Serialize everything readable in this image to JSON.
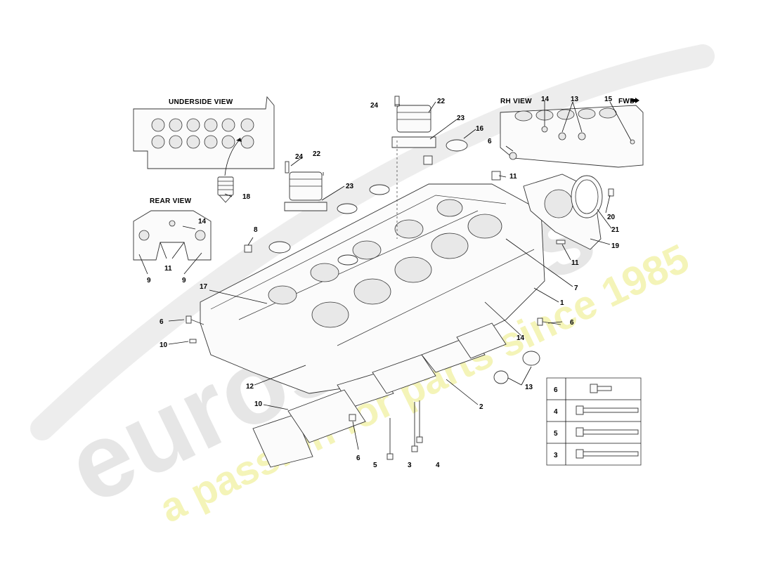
{
  "views": {
    "underside": "UNDERSIDE VIEW",
    "rear": "REAR VIEW",
    "rh": "RH VIEW",
    "fwd": "FWD"
  },
  "callouts": {
    "c1": "1",
    "c2": "2",
    "c3": "3",
    "c4": "4",
    "c5": "5",
    "c6a": "6",
    "c6b": "6",
    "c6c": "6",
    "c6d": "6",
    "c7": "7",
    "c8": "8",
    "c9a": "9",
    "c9b": "9",
    "c10a": "10",
    "c10b": "10",
    "c11a": "11",
    "c11b": "11",
    "c11c": "11",
    "c12": "12",
    "c13a": "13",
    "c13b": "13",
    "c14a": "14",
    "c14b": "14",
    "c14c": "14",
    "c15": "15",
    "c16": "16",
    "c17": "17",
    "c18": "18",
    "c19": "19",
    "c20": "20",
    "c21": "21",
    "c22a": "22",
    "c22b": "22",
    "c23a": "23",
    "c23b": "23",
    "c24a": "24",
    "c24b": "24"
  },
  "bolt_table": [
    "6",
    "4",
    "5",
    "3"
  ],
  "watermark": {
    "brand": "eurospares",
    "tagline": "a passion for parts since 1985"
  },
  "colors": {
    "watermark_grey": "#dcdcdc",
    "watermark_yellow": "#f3f3a6",
    "line": "#333333"
  }
}
